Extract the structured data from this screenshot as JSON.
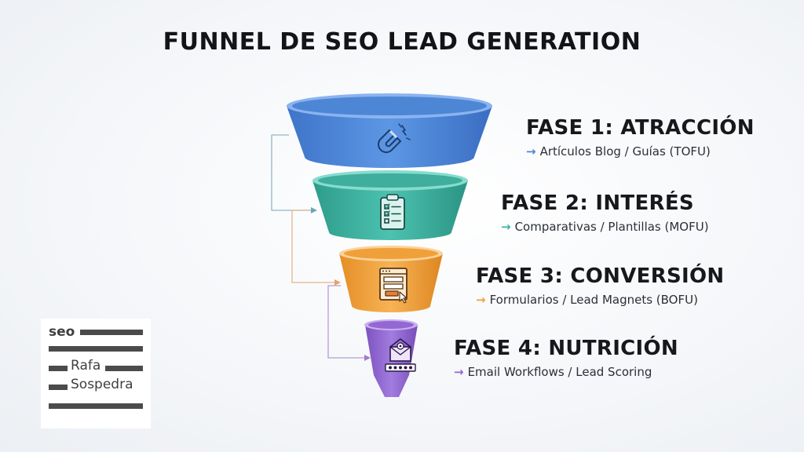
{
  "title": "FUNNEL DE SEO LEAD GENERATION",
  "phases": [
    {
      "title": "FASE 1: ATRACCIÓN",
      "subtitle": "Artículos Blog / Guías (TOFU)",
      "color": "#4a86d8",
      "icon": "magnet-icon"
    },
    {
      "title": "FASE 2: INTERÉS",
      "subtitle": "Comparativas / Plantillas (MOFU)",
      "color": "#3fb3a1",
      "icon": "checklist-icon"
    },
    {
      "title": "FASE 3: CONVERSIÓN",
      "subtitle": "Formularios / Lead Magnets (BOFU)",
      "color": "#f0a03a",
      "icon": "form-cursor-icon"
    },
    {
      "title": "FASE 4: NUTRICIÓN",
      "subtitle": "Email Workflows / Lead Scoring",
      "color": "#9468d4",
      "icon": "email-rating-icon"
    }
  ],
  "arrow_glyph": "→",
  "logo": {
    "line1": "seo",
    "line2": "Rafa",
    "line3": "Sospedra"
  }
}
